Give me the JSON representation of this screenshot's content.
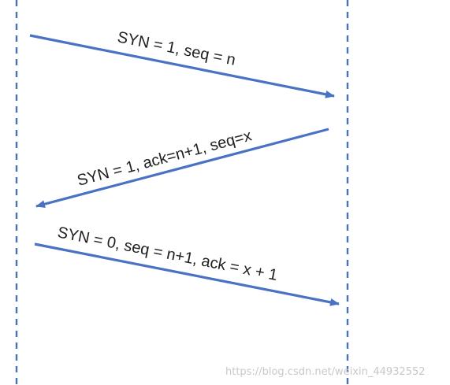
{
  "messages": [
    {
      "label": "SYN = 1,  seq = n"
    },
    {
      "label": "SYN = 1,  ack=n+1,  seq=x"
    },
    {
      "label": "SYN = 0,  seq = n+1,  ack = x + 1"
    }
  ],
  "watermark": "https://blog.csdn.net/weixin_44932552",
  "colors": {
    "arrow": "#4a72c4",
    "lifeline": "#4a72b2",
    "text": "#202020"
  }
}
